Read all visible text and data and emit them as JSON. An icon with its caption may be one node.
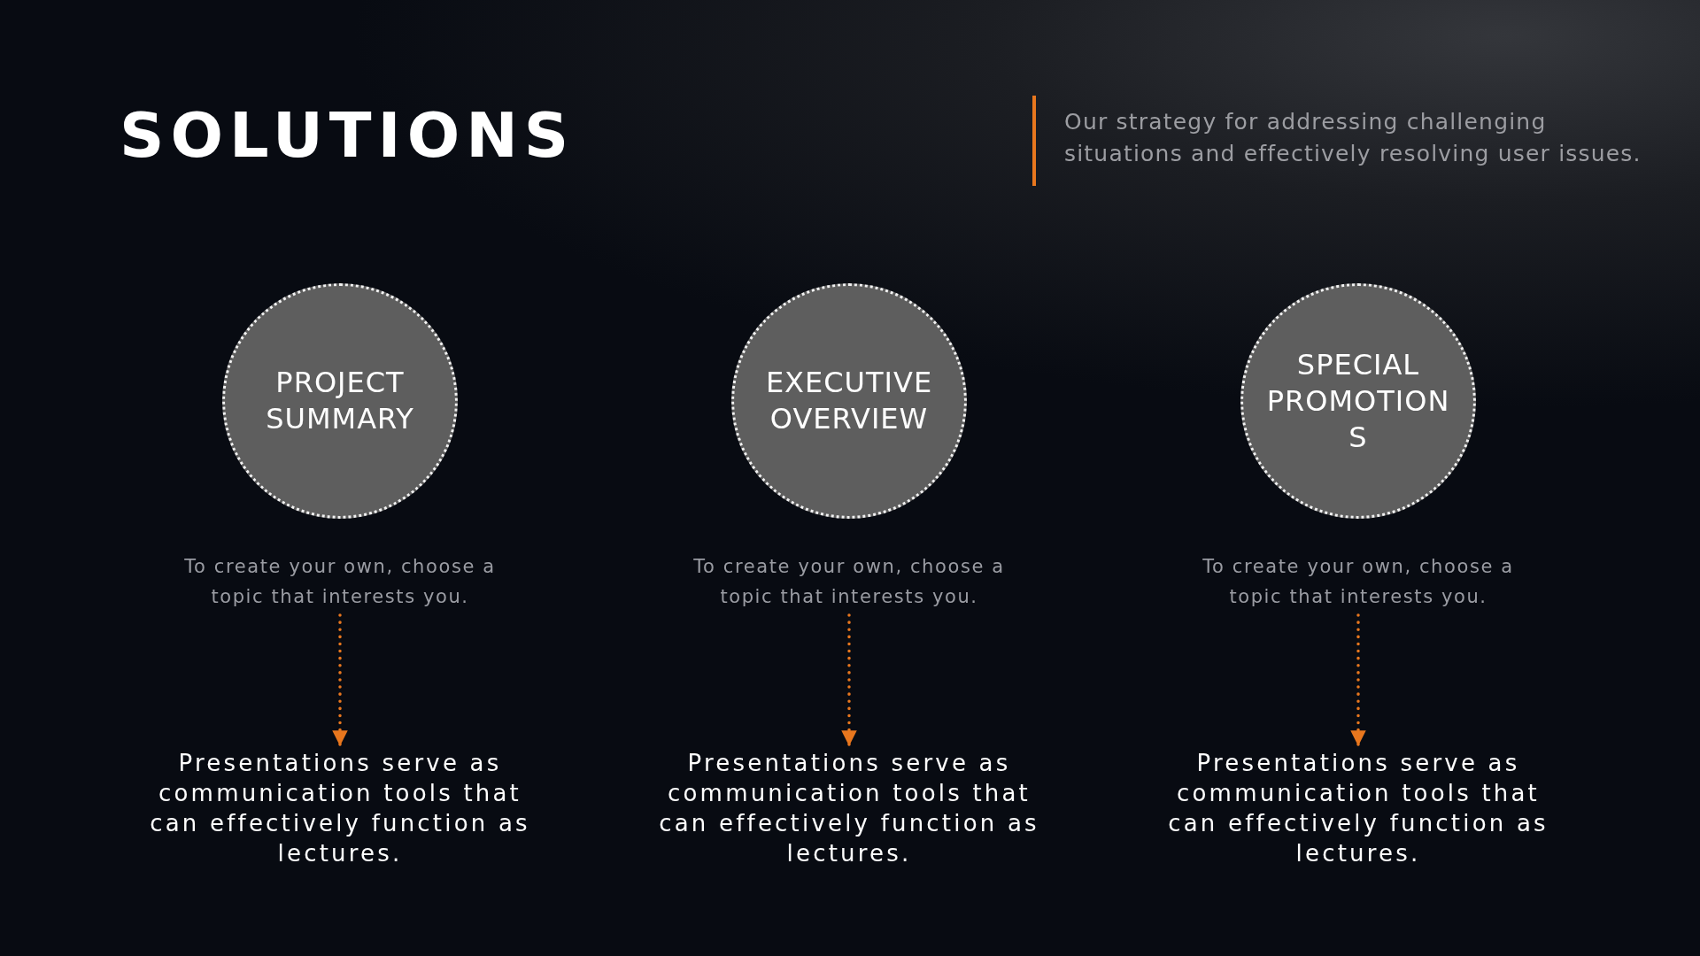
{
  "diagram": {
    "title": "SOLUTIONS",
    "nodes": [
      {
        "text": [
          "PROJECT SUMMARY"
        ]
      },
      {
        "text": [
          "To create your own, choose a topic that interests you."
        ]
      },
      {
        "text": [
          "Presentations serve as communication tools that can effectively function as lectures."
        ]
      },
      {
        "text": [
          "EXECUTIVE OVERVIEW"
        ]
      },
      {
        "text": [
          "To create your own, choose a topic that interests you."
        ]
      },
      {
        "text": [
          "Presentations serve as communication tools that can effectively function as lectures."
        ]
      },
      {
        "text": [
          "SPECIAL PROMOTIONS"
        ]
      },
      {
        "text": [
          "To create your own, choose a topic that interests you."
        ]
      },
      {
        "text": [
          "Presentations serve as communication tools that can effectively function as lectures."
        ]
      }
    ],
    "edges": [
      {
        "from": 1,
        "to": 2,
        "arrow": "to",
        "style": "dashed"
      },
      {
        "from": 4,
        "to": 5,
        "arrow": "to",
        "style": "dashed"
      },
      {
        "from": 7,
        "to": 8,
        "arrow": "to",
        "style": "dashed"
      }
    ],
    "labels": [
      "Our strategy for addressing challenging situations and effectively resolving user issues."
    ]
  }
}
